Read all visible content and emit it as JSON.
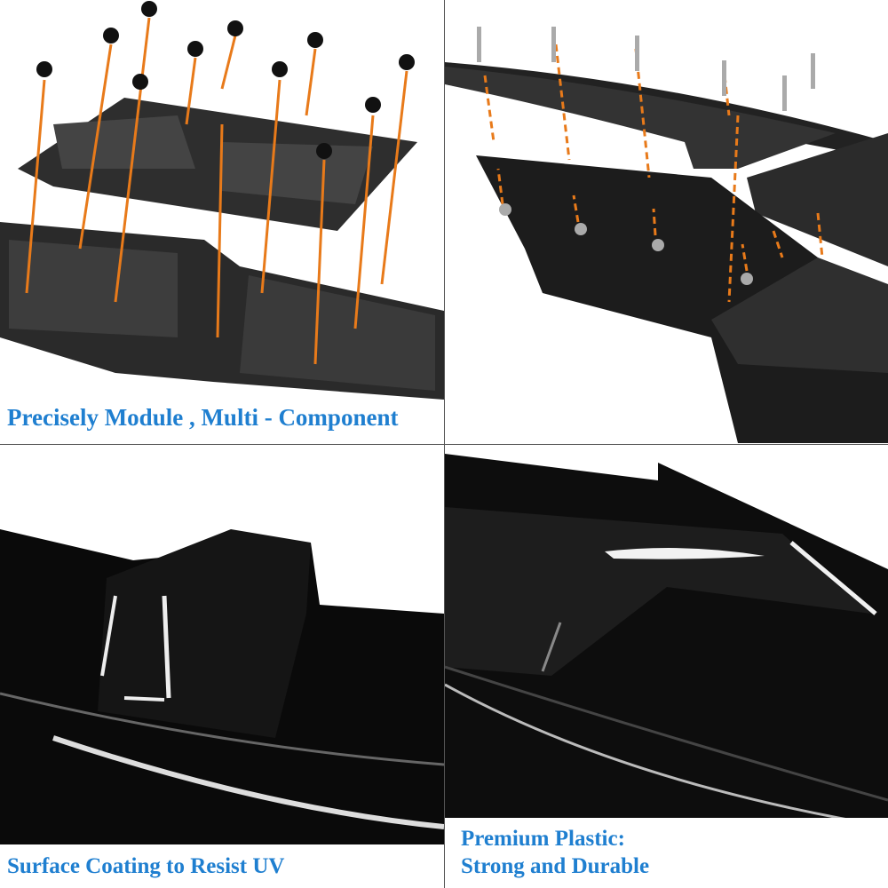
{
  "captions": {
    "top_left": "Precisely Module , Multi - Component",
    "bottom_left": "Surface Coating to Resist UV",
    "bottom_right_line1": "Premium Plastic:",
    "bottom_right_line2": "Strong and Durable"
  },
  "colors": {
    "caption": "#1f7fd0",
    "arrow": "#e87a1a",
    "part": "#111111"
  }
}
